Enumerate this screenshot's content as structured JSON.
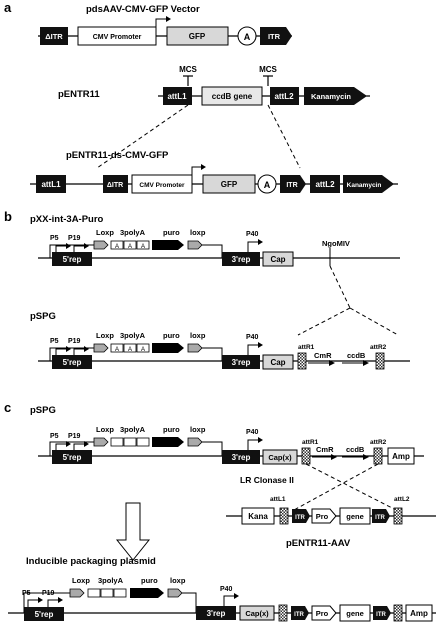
{
  "panels": {
    "a": {
      "letter": "a",
      "vector_title": "pdsAAV-CMV-GFP Vector",
      "itr_left": "ΔITR",
      "cmv": "CMV Promoter",
      "gfp": "GFP",
      "polya": "A",
      "itr_right": "ITR",
      "pentr11_title": "pENTR11",
      "mcs_left": "MCS",
      "mcs_right": "MCS",
      "attl1": "attL1",
      "ccdb_gene": "ccdB gene",
      "attl2": "attL2",
      "kanamycin": "Kanamycin",
      "product_title": "pENTR11-ds-CMV-GFP",
      "prod_attl1": "attL1",
      "prod_ditr": "ΔITR",
      "prod_cmv": "CMV Promoter",
      "prod_gfp": "GFP",
      "prod_a": "A",
      "prod_itr": "ITR",
      "prod_attl2": "attL2",
      "prod_kan": "Kanamycin"
    },
    "b": {
      "letter": "b",
      "title1": "pXX-int-3A-Puro",
      "p5": "P5",
      "p19": "P19",
      "loxp1": "Loxp",
      "polya3": "3polyA",
      "puro": "puro",
      "loxp2": "loxp",
      "p40": "P40",
      "rep5": "5'rep",
      "rep3": "3'rep",
      "cap": "Cap",
      "a": "A",
      "ngomiv": "NgoMIV",
      "title2": "pSPG",
      "p5_2": "P5",
      "p19_2": "P19",
      "loxp1_2": "Loxp",
      "polya3_2": "3polyA",
      "puro_2": "puro",
      "loxp2_2": "loxp",
      "p40_2": "P40",
      "rep5_2": "5'rep",
      "rep3_2": "3'rep",
      "cap_2": "Cap",
      "attr1": "attR1",
      "attr2": "attR2",
      "cmr": "CmR",
      "ccdb": "ccdB"
    },
    "c": {
      "letter": "c",
      "title1": "pSPG",
      "p5": "P5",
      "p19": "P19",
      "loxp1": "Loxp",
      "polya3": "3polyA",
      "puro": "puro",
      "loxp2": "loxp",
      "p40": "P40",
      "rep5": "5'rep",
      "rep3": "3'rep",
      "capx": "Cap(x)",
      "attr1": "attR1",
      "attr2": "attR2",
      "cmr": "CmR",
      "ccdb": "ccdB",
      "amp": "Amp",
      "lr": "LR Clonase II",
      "attl1": "attL1",
      "attl2": "attL2",
      "kana": "Kana",
      "itr": "ITR",
      "pro": "Pro",
      "gene": "gene",
      "itr2": "ITR",
      "pentr_aav": "pENTR11-AAV",
      "inducible": "Inducible packaging plasmid",
      "p5_3": "P5",
      "p19_3": "P19",
      "loxp1_3": "Loxp",
      "polya3_3": "3polyA",
      "puro_3": "puro",
      "loxp2_3": "loxp",
      "p40_3": "P40",
      "rep5_3": "5'rep",
      "rep3_3": "3'rep",
      "capx_3": "Cap(x)",
      "itr_3a": "ITR",
      "pro_3": "Pro",
      "gene_3": "gene",
      "itr_3b": "ITR",
      "amp_3": "Amp"
    }
  }
}
